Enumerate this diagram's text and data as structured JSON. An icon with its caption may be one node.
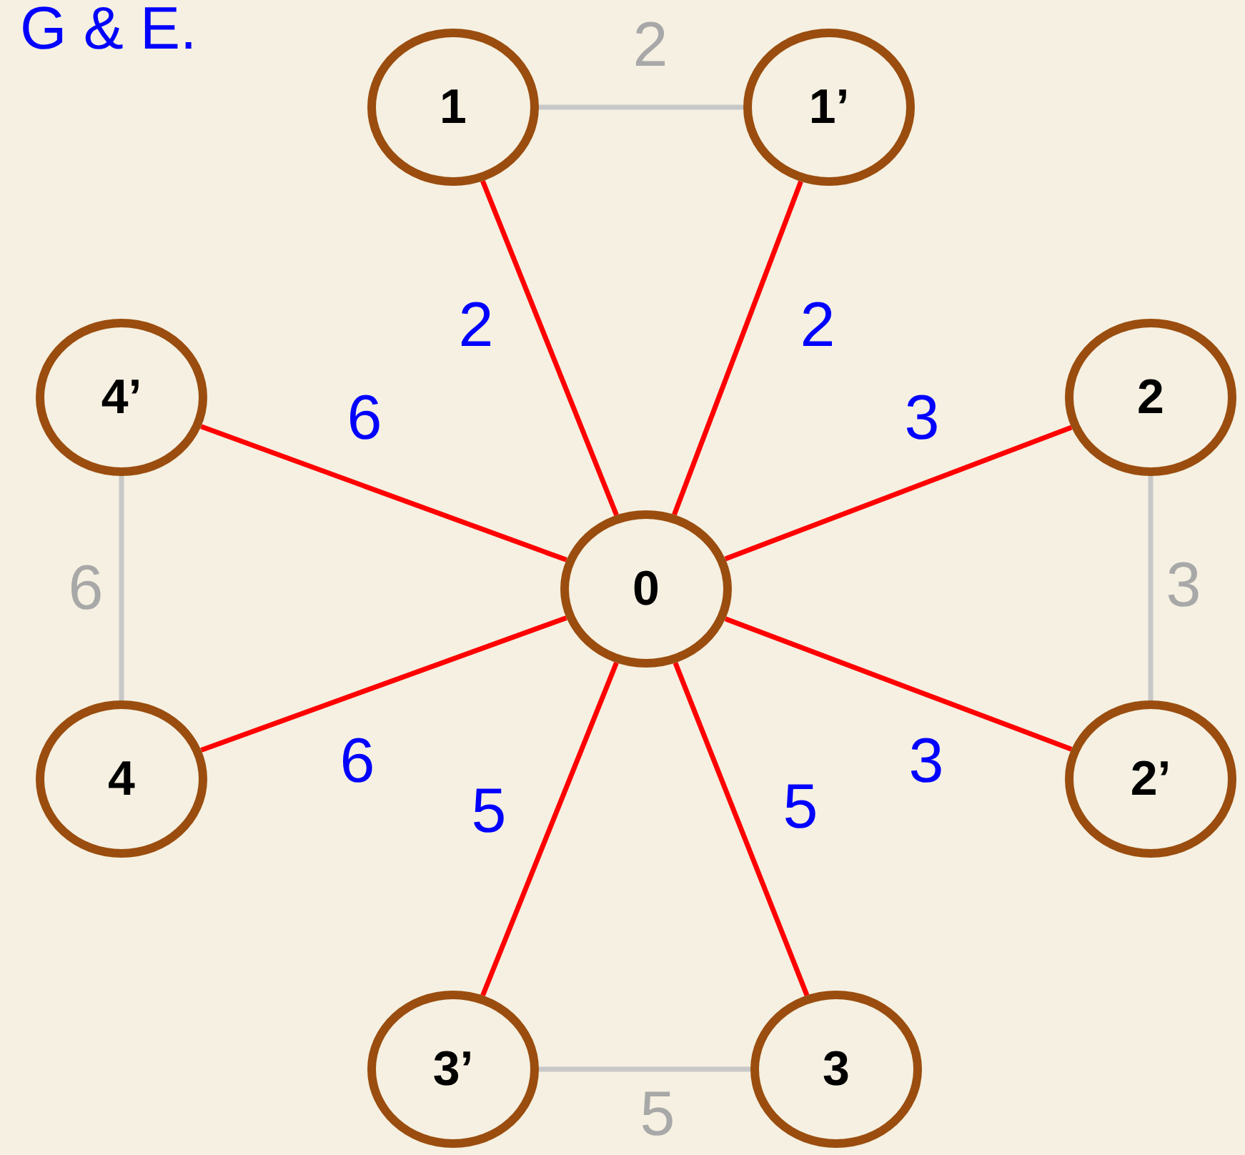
{
  "diagram": {
    "title": "G & E.",
    "nodes": [
      {
        "text": [
          "0"
        ]
      },
      {
        "text": [
          "1"
        ]
      },
      {
        "text": [
          "1’"
        ]
      },
      {
        "text": [
          "2"
        ]
      },
      {
        "text": [
          "2’"
        ]
      },
      {
        "text": [
          "3"
        ]
      },
      {
        "text": [
          "3’"
        ]
      },
      {
        "text": [
          "4’"
        ]
      },
      {
        "text": [
          "4"
        ]
      }
    ],
    "edges": [
      {
        "from": 0,
        "to": 1,
        "arrow": "none",
        "label": "2"
      },
      {
        "from": 0,
        "to": 2,
        "arrow": "none",
        "label": "2"
      },
      {
        "from": 0,
        "to": 7,
        "arrow": "none",
        "label": "6"
      },
      {
        "from": 0,
        "to": 3,
        "arrow": "none",
        "label": "3"
      },
      {
        "from": 0,
        "to": 8,
        "arrow": "none",
        "label": "6"
      },
      {
        "from": 0,
        "to": 4,
        "arrow": "none",
        "label": "3"
      },
      {
        "from": 0,
        "to": 6,
        "arrow": "none",
        "label": "5"
      },
      {
        "from": 0,
        "to": 5,
        "arrow": "none",
        "label": "5"
      },
      {
        "from": 1,
        "to": 2,
        "arrow": "none",
        "label": "2",
        "color": "#c8c8c8"
      },
      {
        "from": 3,
        "to": 4,
        "arrow": "none",
        "label": "3",
        "color": "#c8c8c8"
      },
      {
        "from": 7,
        "to": 8,
        "arrow": "none",
        "label": "6",
        "color": "#c8c8c8"
      },
      {
        "from": 6,
        "to": 5,
        "arrow": "none",
        "label": "5",
        "color": "#c8c8c8"
      }
    ]
  }
}
